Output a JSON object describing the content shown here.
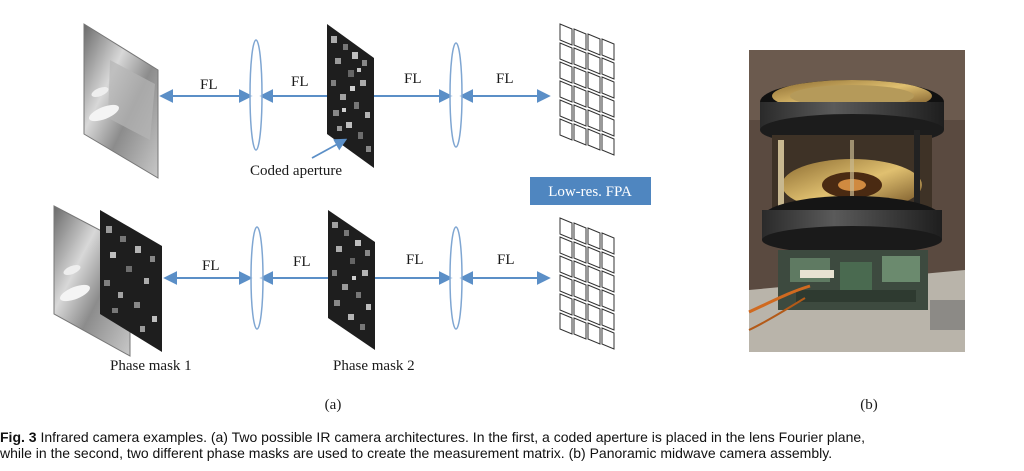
{
  "figure": {
    "fl_label": "FL",
    "coded_aperture_label": "Coded aperture",
    "fpa_label": "Low-res. FPA",
    "phase_mask_1_label": "Phase mask 1",
    "phase_mask_2_label": "Phase mask 2",
    "panel_a_label": "(a)",
    "panel_b_label": "(b)",
    "colors": {
      "arrow": "#5b8fc7",
      "fpa_box": "#4f86c0",
      "lens_stroke": "#7fa6d2"
    }
  },
  "caption": {
    "fig_label": "Fig. 3",
    "line1": " Infrared camera examples. (a) Two possible IR camera architectures. In the first, a coded aperture is placed in the lens Fourier plane,",
    "line2": "while in the second, two different phase masks are used to create the measurement matrix. (b) Panoramic midwave camera assembly."
  }
}
